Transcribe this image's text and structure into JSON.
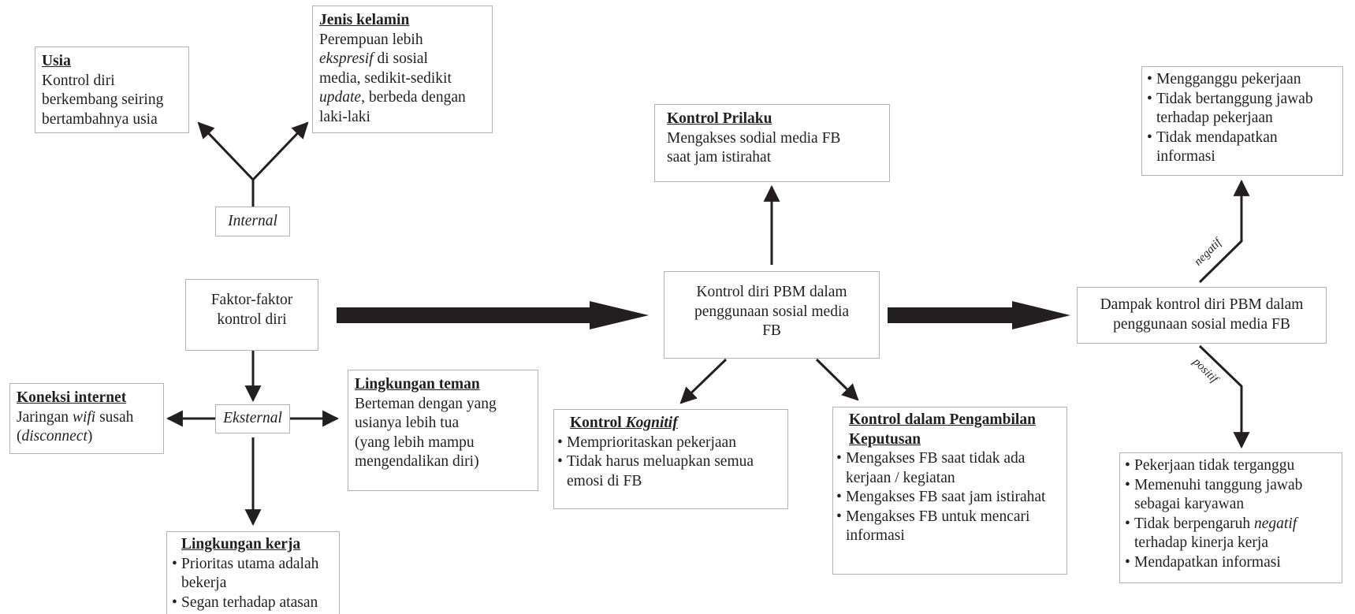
{
  "usia": {
    "title": "Usia",
    "text": [
      "Kontrol diri",
      "berkembang seiring",
      "bertambahnya usia"
    ]
  },
  "jenis_kelamin": {
    "title": "Jenis kelamin",
    "line1": "Perempuan lebih",
    "line2_italic": "ekspresif",
    "line2_rest": " di sosial",
    "line3": "media, sedikit-sedikit",
    "line4_italic": "update",
    "line4_rest": ", berbeda dengan",
    "line5": "laki-laki"
  },
  "internal": "Internal",
  "eksternal": "Eksternal",
  "faktor": [
    "Faktor-faktor",
    "kontrol diri"
  ],
  "koneksi": {
    "title": "Koneksi internet",
    "line1_a": "Jaringan ",
    "line1_italic": "wifi",
    "line1_b": " susah",
    "line2_a": "(",
    "line2_italic": "disconnect",
    "line2_b": ")"
  },
  "lingkungan_teman": {
    "title": "Lingkungan teman",
    "text": [
      "Berteman dengan yang",
      "usianya lebih tua",
      "(yang lebih mampu",
      "mengendalikan diri)"
    ]
  },
  "lingkungan_kerja": {
    "title": "Lingkungan kerja",
    "items": [
      "Prioritas utama adalah bekerja",
      "Segan terhadap atasan"
    ]
  },
  "kontrol_prilaku": {
    "title": "Kontrol Prilaku",
    "text": [
      "Mengakses sodial media FB",
      "saat jam istirahat"
    ]
  },
  "center_box": [
    "Kontrol diri PBM dalam",
    "penggunaan sosial media",
    "FB"
  ],
  "kognitif": {
    "title_a": "Kontrol ",
    "title_italic": "Kognitif",
    "items": [
      "Memprioritaskan pekerjaan",
      "Tidak harus meluapkan semua emosi di FB"
    ]
  },
  "keputusan": {
    "title": "Kontrol dalam Pengambilan Keputusan",
    "items": [
      "Mengakses FB saat tidak ada kerjaan / kegiatan",
      "Mengakses FB saat jam istirahat",
      "Mengakses FB untuk mencari informasi"
    ]
  },
  "dampak": [
    "Dampak kontrol diri PBM dalam",
    "penggunaan sosial media FB"
  ],
  "negatif_box": {
    "items": [
      "Mengganggu pekerjaan",
      "Tidak bertanggung jawab terhadap pekerjaan",
      "Tidak mendapatkan informasi"
    ]
  },
  "positif_box": {
    "items": [
      "Pekerjaan tidak terganggu",
      "Memenuhi tanggung jawab sebagai karyawan"
    ],
    "item3_a": "Tidak berpengaruh ",
    "item3_italic": "negatif",
    "item3_b": " terhadap kinerja kerja",
    "item4": "Mendapatkan informasi"
  },
  "label_negatif": "negatif",
  "label_positif": "positif",
  "colors": {
    "arrow": "#231f20",
    "border": "#b3b3b3",
    "text": "#231f20"
  }
}
